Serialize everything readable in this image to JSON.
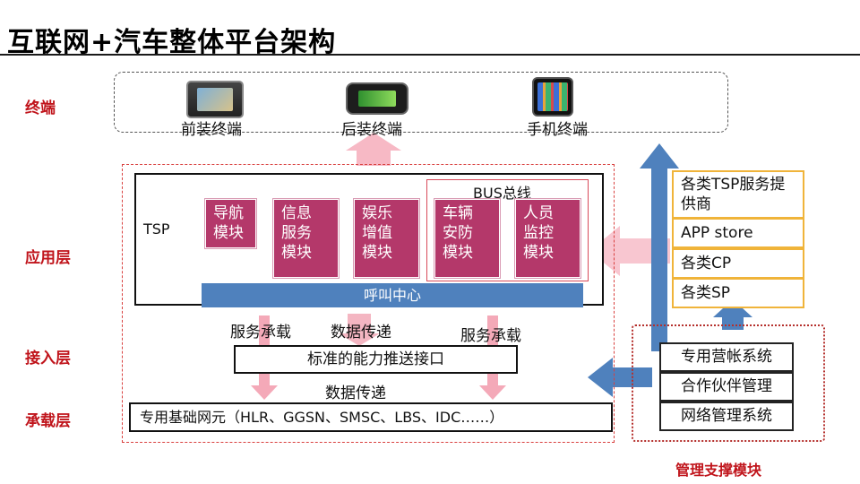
{
  "title": "互联网+汽车整体平台架构",
  "layers": {
    "terminal": "终端",
    "application": "应用层",
    "access": "接入层",
    "bearer": "承载层"
  },
  "terminals": [
    {
      "label": "前装终端",
      "icon": "car-navigation-screen-icon"
    },
    {
      "label": "后装终端",
      "icon": "aftermarket-device-icon"
    },
    {
      "label": "手机终端",
      "icon": "smartphone-icon"
    }
  ],
  "tsp": {
    "label": "TSP",
    "bus_label": "BUS总线",
    "modules": [
      "导航\n模块",
      "信息\n服务\n模块",
      "娱乐\n增值\n模块",
      "车辆\n安防\n模块",
      "人员\n监控\n模块"
    ],
    "call_center": "呼叫中心"
  },
  "access": {
    "service_left": "服务承载",
    "data_mid": "数据传递",
    "service_right": "服务承载",
    "interface": "标准的能力推送接口",
    "data_bottom": "数据传递"
  },
  "bearer": {
    "network": "专用基础网元（HLR、GGSN、SMSC、LBS、IDC……）"
  },
  "providers": [
    "各类TSP服务提供商",
    "APP store",
    "各类CP",
    "各类SP"
  ],
  "management": {
    "systems": [
      "专用营帐系统",
      "合作伙伴管理",
      "网络管理系统"
    ],
    "label": "管理支撑模块"
  },
  "colors": {
    "accent_red": "#c0141b",
    "module_fill": "#b4386a",
    "blue_arrow": "#4f81bd",
    "pink_arrow": "#f4b6c2",
    "provider_border": "#f0b43a"
  }
}
